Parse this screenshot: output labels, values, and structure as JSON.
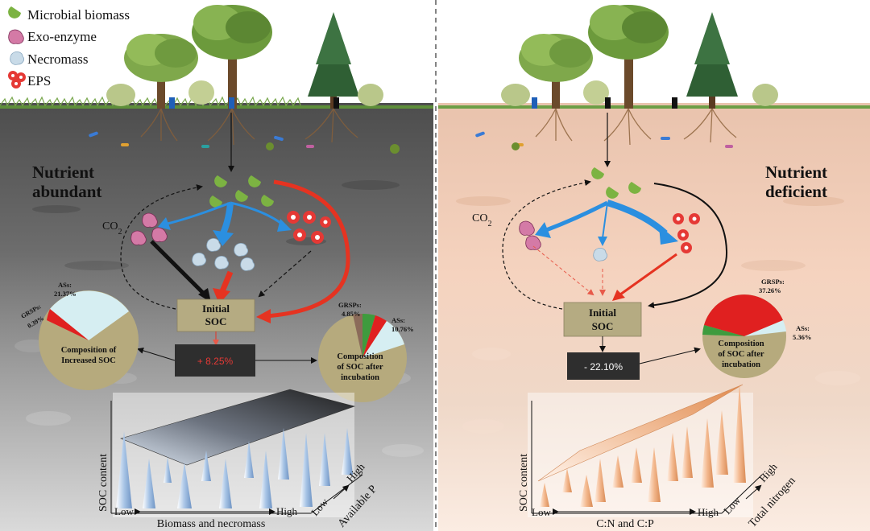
{
  "legend": {
    "items": [
      {
        "icon": "microbial-biomass-icon",
        "label": "Microbial biomass"
      },
      {
        "icon": "exo-enzyme-icon",
        "label": "Exo-enzyme"
      },
      {
        "icon": "necromass-icon",
        "label": "Necromass"
      },
      {
        "icon": "eps-icon",
        "label": "EPS"
      }
    ]
  },
  "left": {
    "condition_line1": "Nutrient",
    "condition_line2": "abundant",
    "co2_main": "CO",
    "co2_sub": "2",
    "initial_soc_line1": "Initial",
    "initial_soc_line2": "SOC",
    "change": "+ 8.25%",
    "pie_increased": {
      "title_line1": "Composition of",
      "title_line2": "Increased SOC",
      "as_label": "ASs:",
      "as_value": "21.37%",
      "grsp_label": "GRSPs:",
      "grsp_value": "0.39%"
    },
    "pie_after": {
      "title_line1": "Composition",
      "title_line2": "of SOC after",
      "title_line3": "incubation",
      "grsp_label": "GRSPs:",
      "grsp_value": "4.85%",
      "as_label": "ASs:",
      "as_value": "10.76%"
    },
    "plot": {
      "y_label": "SOC content",
      "x_low": "Low",
      "x_high": "High",
      "x_label": "Biomass and necromass",
      "z_low": "Low",
      "z_high": "High",
      "z_label": "Available P"
    }
  },
  "right": {
    "condition_line1": "Nutrient",
    "condition_line2": "deficient",
    "co2_main": "CO",
    "co2_sub": "2",
    "initial_soc_line1": "Initial",
    "initial_soc_line2": "SOC",
    "change": "- 22.10%",
    "pie_after": {
      "title_line1": "Composition",
      "title_line2": "of SOC after",
      "title_line3": "incubation",
      "grsp_label": "GRSPs:",
      "grsp_value": "37.26%",
      "as_label": "ASs:",
      "as_value": "5.36%"
    },
    "plot": {
      "y_label": "SOC content",
      "x_low": "Low",
      "x_high": "High",
      "x_label": "C:N and C:P",
      "z_low": "Low",
      "z_high": "High",
      "z_label": "Total nitrogen"
    }
  },
  "colors": {
    "left_soil": "#6e6e6e",
    "right_soil": "#f3cdb8",
    "microbe_green": "#7cb342",
    "enzyme_pink": "#d47aa6",
    "necromass_blue": "#c9dbe8",
    "eps_red": "#e53935",
    "pie_khaki": "#b6aa7d",
    "pie_as": "#d6eef2",
    "pie_grsp": "#e02020",
    "soc_box": "#b5ab82",
    "change_box": "#2e2e2e",
    "arrow_blue": "#2b8fe0",
    "arrow_red": "#e53321"
  }
}
